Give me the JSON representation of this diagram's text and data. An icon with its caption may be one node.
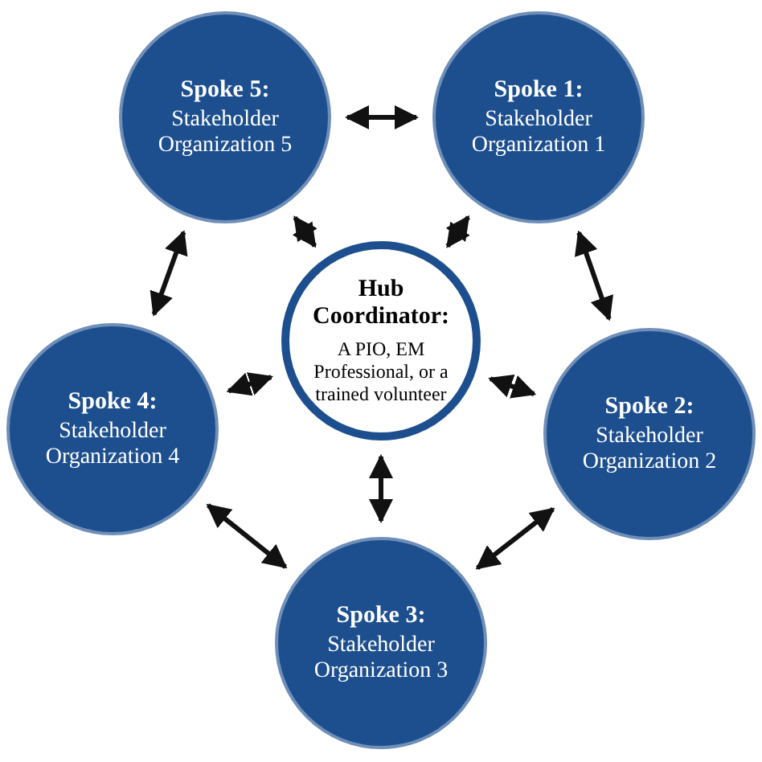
{
  "diagram": {
    "nodes": [
      {
        "text": [
          "Spoke 5:",
          "Stakeholder Organization 5"
        ]
      },
      {
        "text": [
          "Spoke 1:",
          "Stakeholder Organization 1"
        ]
      },
      {
        "text": [
          "Hub Coordinator:",
          "A PIO, EM Professional, or a trained volunteer"
        ]
      },
      {
        "text": [
          "Spoke 4:",
          "Stakeholder Organization 4"
        ]
      },
      {
        "text": [
          "Spoke 2:",
          "Stakeholder Organization 2"
        ]
      },
      {
        "text": [
          "Spoke 3:",
          "Stakeholder Organization 3"
        ]
      }
    ],
    "edges": [
      {
        "from": 0,
        "to": 1,
        "arrow": "both"
      },
      {
        "from": 1,
        "to": 4,
        "arrow": "both"
      },
      {
        "from": 4,
        "to": 5,
        "arrow": "both"
      },
      {
        "from": 5,
        "to": 3,
        "arrow": "both"
      },
      {
        "from": 3,
        "to": 0,
        "arrow": "both"
      },
      {
        "from": 2,
        "to": 0,
        "arrow": "both"
      },
      {
        "from": 2,
        "to": 1,
        "arrow": "both"
      },
      {
        "from": 2,
        "to": 4,
        "arrow": "both"
      },
      {
        "from": 2,
        "to": 5,
        "arrow": "both"
      },
      {
        "from": 2,
        "to": 3,
        "arrow": "both"
      }
    ]
  }
}
